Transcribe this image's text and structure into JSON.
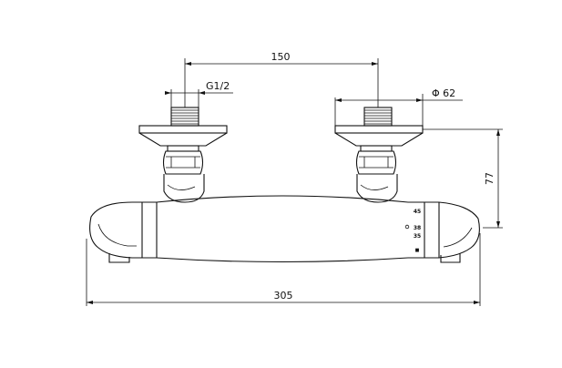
{
  "dimensions": {
    "inlet_spacing": "150",
    "thread": "G1/2",
    "cover_diameter": "Φ 62",
    "projection": "77",
    "overall_length": "305"
  },
  "temperature_scale": [
    "45",
    "38",
    "35",
    "■"
  ]
}
